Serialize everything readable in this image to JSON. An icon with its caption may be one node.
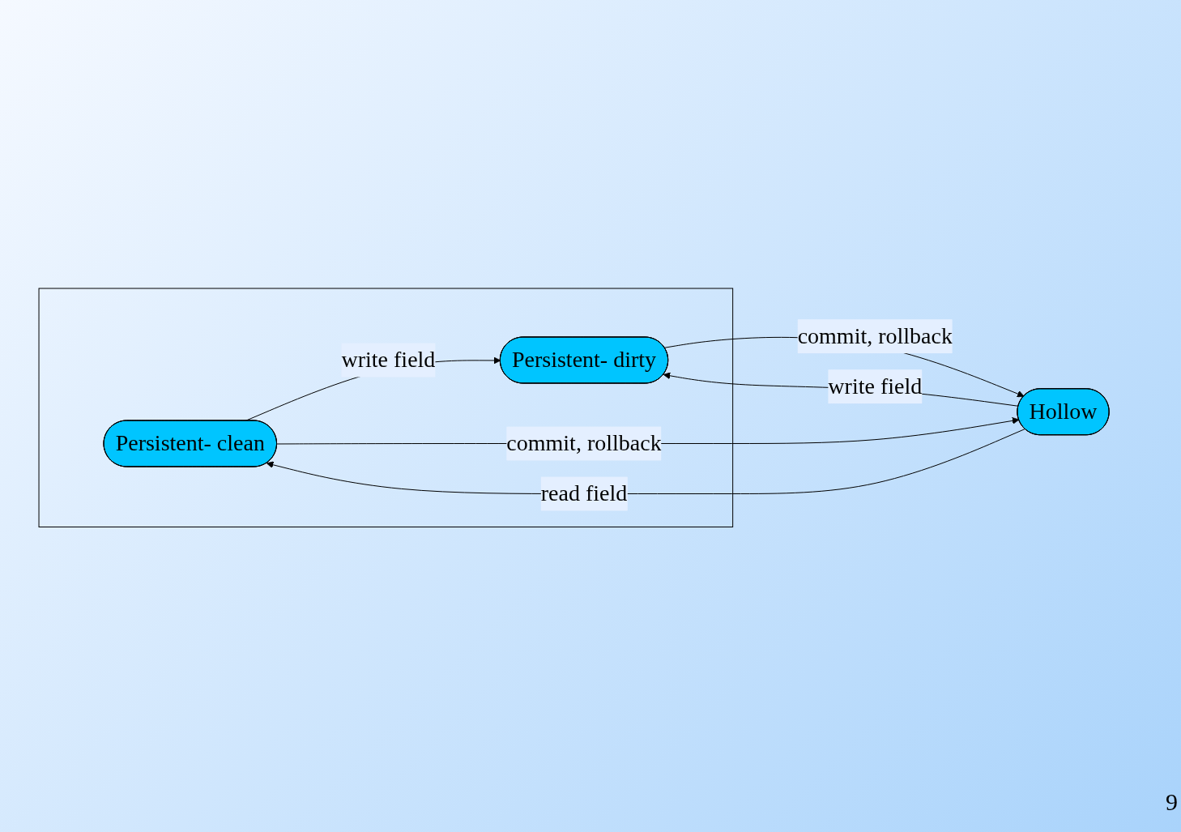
{
  "diagram": {
    "nodes": [
      {
        "text": [],
        "shape": "box"
      },
      {
        "text": [
          "Persistent- clean"
        ],
        "in": 0
      },
      {
        "text": [
          "Persistent- dirty"
        ],
        "in": 0
      },
      {
        "text": [
          "Hollow"
        ]
      }
    ],
    "edges": [
      {
        "from": 1,
        "to": 2,
        "arrow": "to",
        "label": "write field"
      },
      {
        "from": 3,
        "to": 1,
        "arrow": "to",
        "label": "read field"
      },
      {
        "from": 1,
        "to": 3,
        "arrow": "to",
        "label": "commit, rollback"
      },
      {
        "from": 3,
        "to": 2,
        "arrow": "to",
        "label": "write field"
      },
      {
        "from": 2,
        "to": 3,
        "arrow": "to",
        "label": "commit, rollback"
      }
    ],
    "labels": [
      "9"
    ]
  }
}
